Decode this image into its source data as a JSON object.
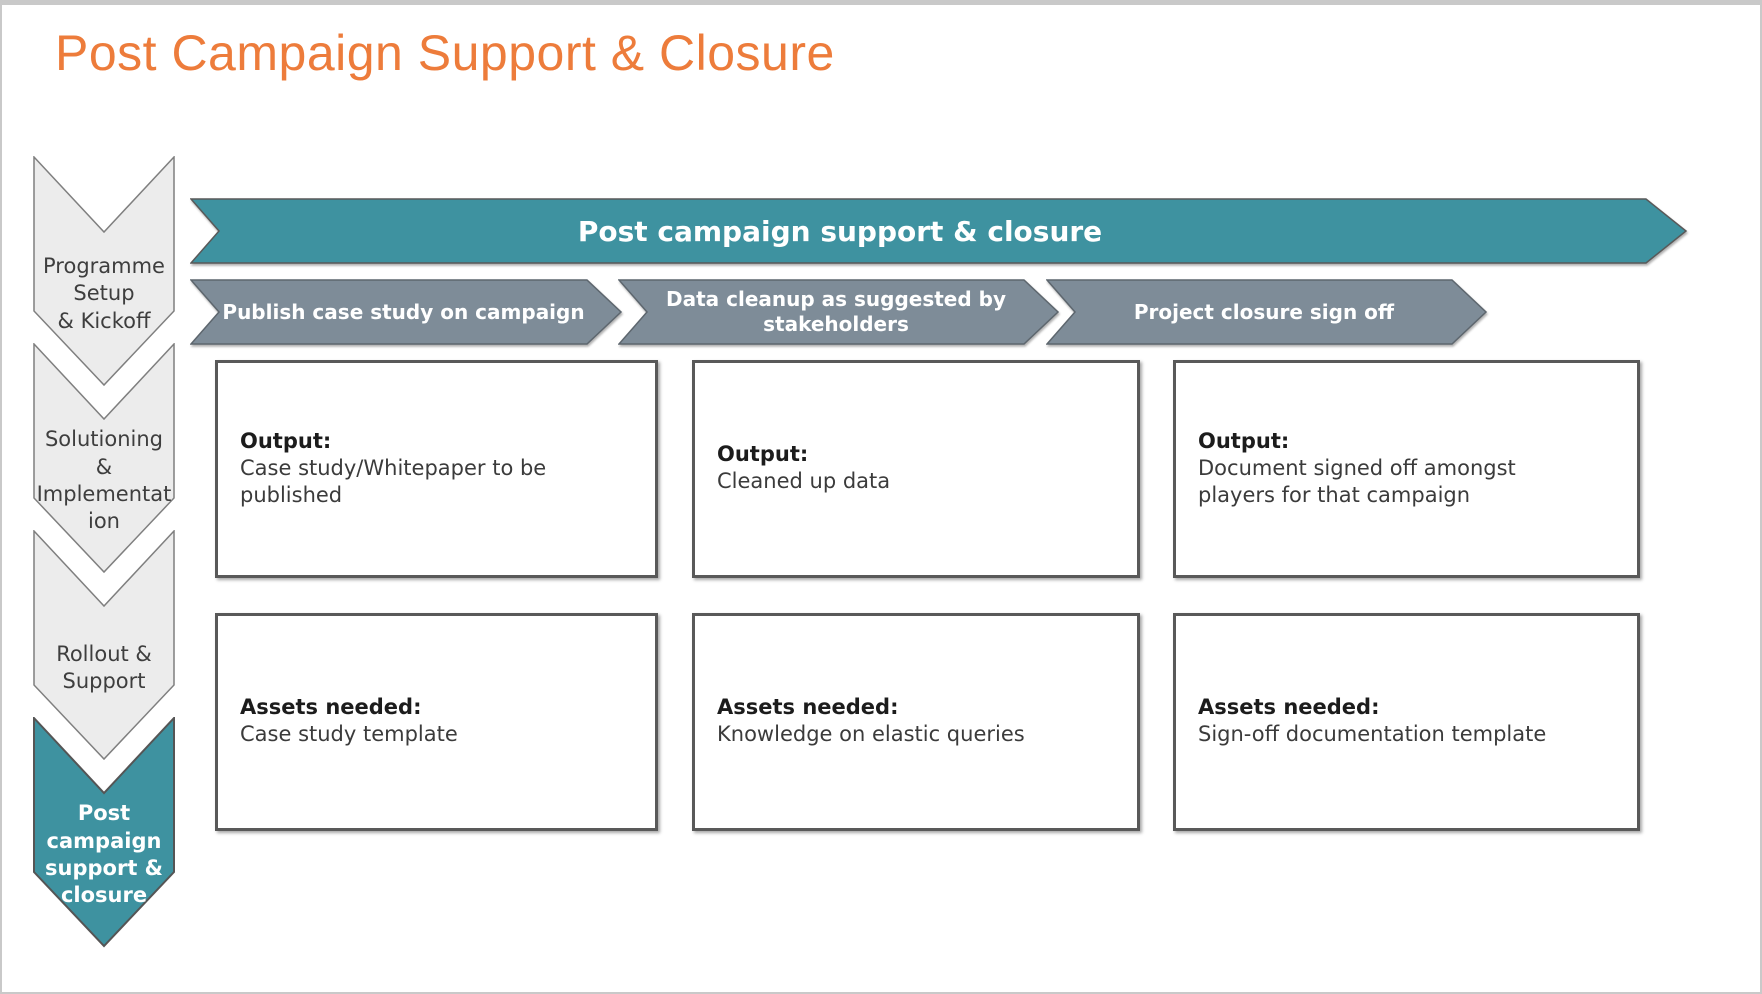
{
  "title": "Post Campaign Support & Closure",
  "colors": {
    "accent_orange": "#ED7C3B",
    "teal": "#3E92A0",
    "slate_gray": "#7E8C98",
    "chevron_fill": "#ECECEC",
    "box_border": "#595959",
    "text_dark": "#3B3B3B",
    "text_white": "#FFFFFF"
  },
  "stages": [
    {
      "label": "Programme\nSetup\n& Kickoff",
      "active": false
    },
    {
      "label": "Solutioning\n&\nImplementat\nion",
      "active": false
    },
    {
      "label": "Rollout &\nSupport",
      "active": false
    },
    {
      "label": "Post\ncampaign\nsupport &\nclosure",
      "active": true
    }
  ],
  "banner": {
    "label": "Post campaign support & closure"
  },
  "steps": [
    {
      "header": "Publish case study on campaign",
      "output_title": "Output:",
      "output_body": "Case study/Whitepaper to be\npublished",
      "assets_title": "Assets needed:",
      "assets_body": "Case study template"
    },
    {
      "header": "Data cleanup as suggested by stakeholders",
      "output_title": "Output:",
      "output_body": "Cleaned up data",
      "assets_title": "Assets needed:",
      "assets_body": "Knowledge on elastic queries"
    },
    {
      "header": "Project closure sign off",
      "output_title": "Output:",
      "output_body": "Document signed off amongst\nplayers for that campaign",
      "assets_title": "Assets needed:",
      "assets_body": "Sign-off documentation template"
    }
  ]
}
